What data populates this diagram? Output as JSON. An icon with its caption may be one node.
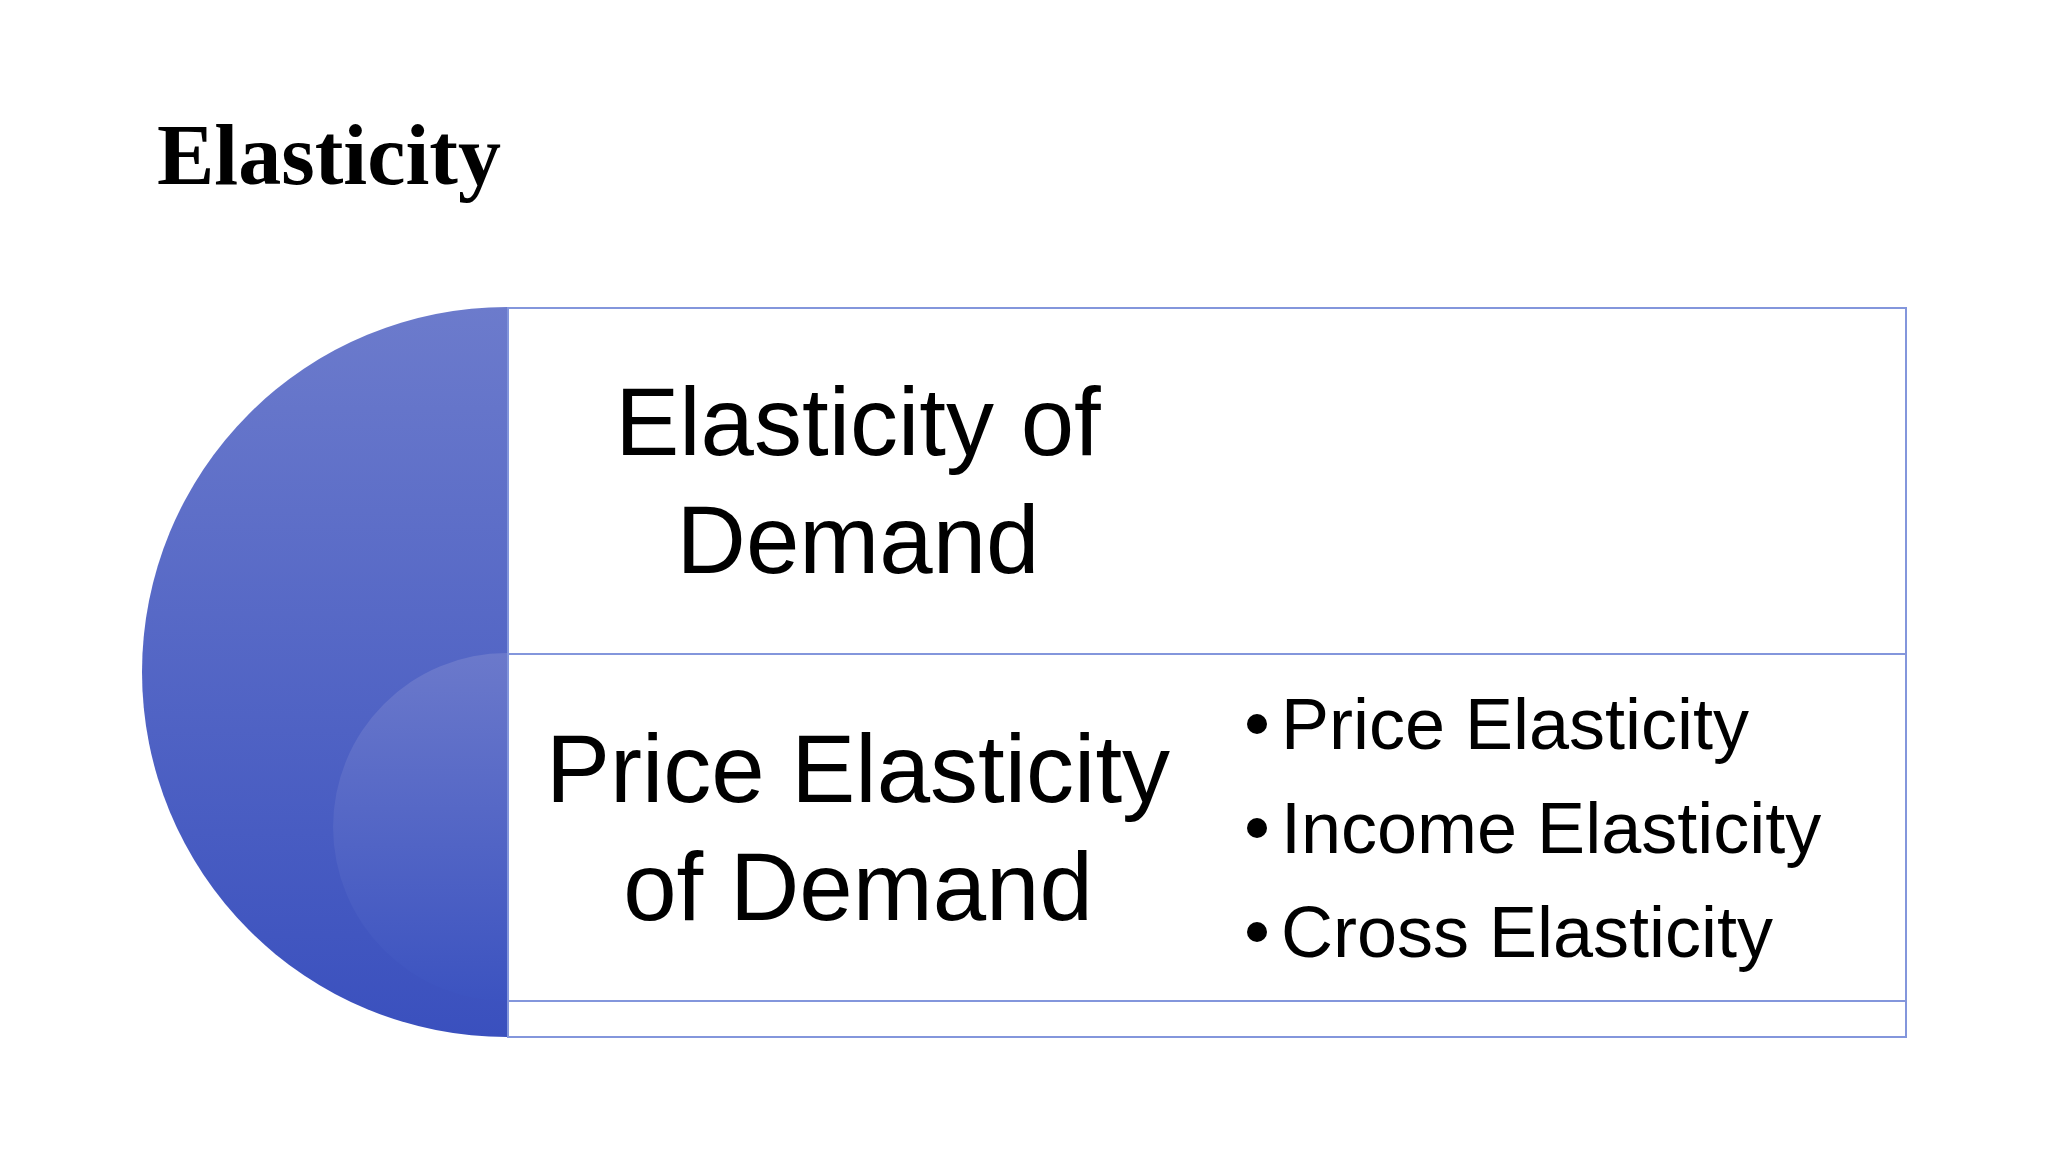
{
  "diagram": {
    "title": "Elasticity",
    "nodes": [
      {
        "text": [
          "Elasticity of Demand"
        ]
      },
      {
        "text": [
          "Price Elasticity of Demand",
          "Price Elasticity",
          "Income Elasticity",
          "Cross Elasticity"
        ]
      },
      {
        "text": [],
        "shape": "box"
      }
    ]
  }
}
